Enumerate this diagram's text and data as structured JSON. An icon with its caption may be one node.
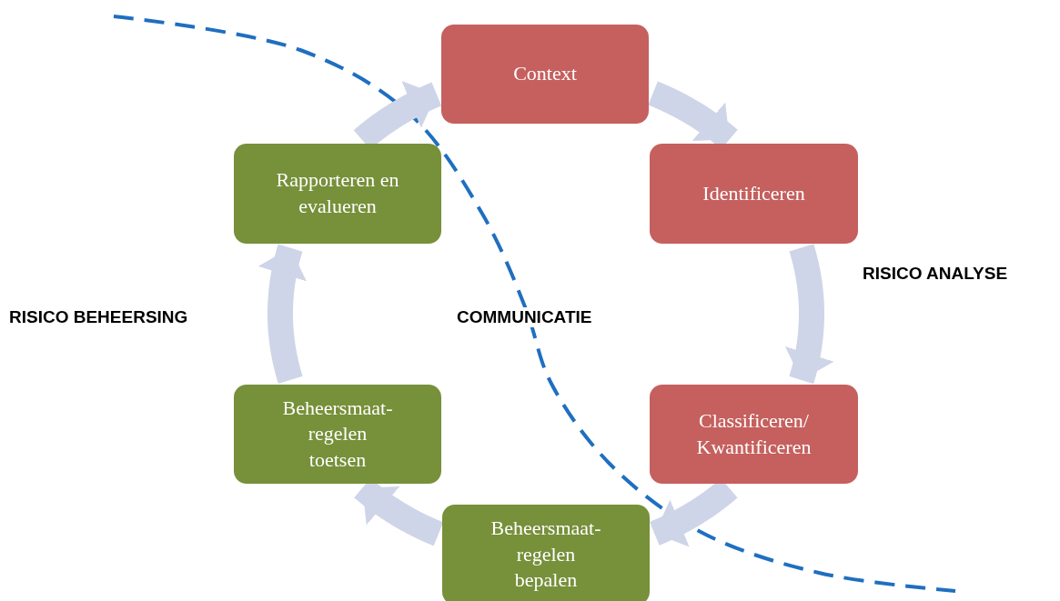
{
  "diagram": {
    "nodes": [
      {
        "text": [
          "Context"
        ]
      },
      {
        "text": [
          "Identificeren"
        ]
      },
      {
        "text": [
          "Classificeren/ Kwantificeren"
        ]
      },
      {
        "text": [
          "Beheersmaat- regelen bepalen"
        ]
      },
      {
        "text": [
          "Beheersmaat- regelen toetsen"
        ]
      },
      {
        "text": [
          "Rapporteren en evalueren"
        ]
      }
    ],
    "edges": [
      {
        "from": 0,
        "to": 1,
        "arrow": "to"
      },
      {
        "from": 1,
        "to": 2,
        "arrow": "to"
      },
      {
        "from": 2,
        "to": 3,
        "arrow": "to"
      },
      {
        "from": 3,
        "to": 4,
        "arrow": "to"
      },
      {
        "from": 4,
        "to": 5,
        "arrow": "to"
      },
      {
        "from": 5,
        "to": 0,
        "arrow": "to"
      }
    ],
    "labels": [
      "RISICO ANALYSE",
      "RISICO BEHEERSING",
      "COMMUNICATIE"
    ]
  }
}
